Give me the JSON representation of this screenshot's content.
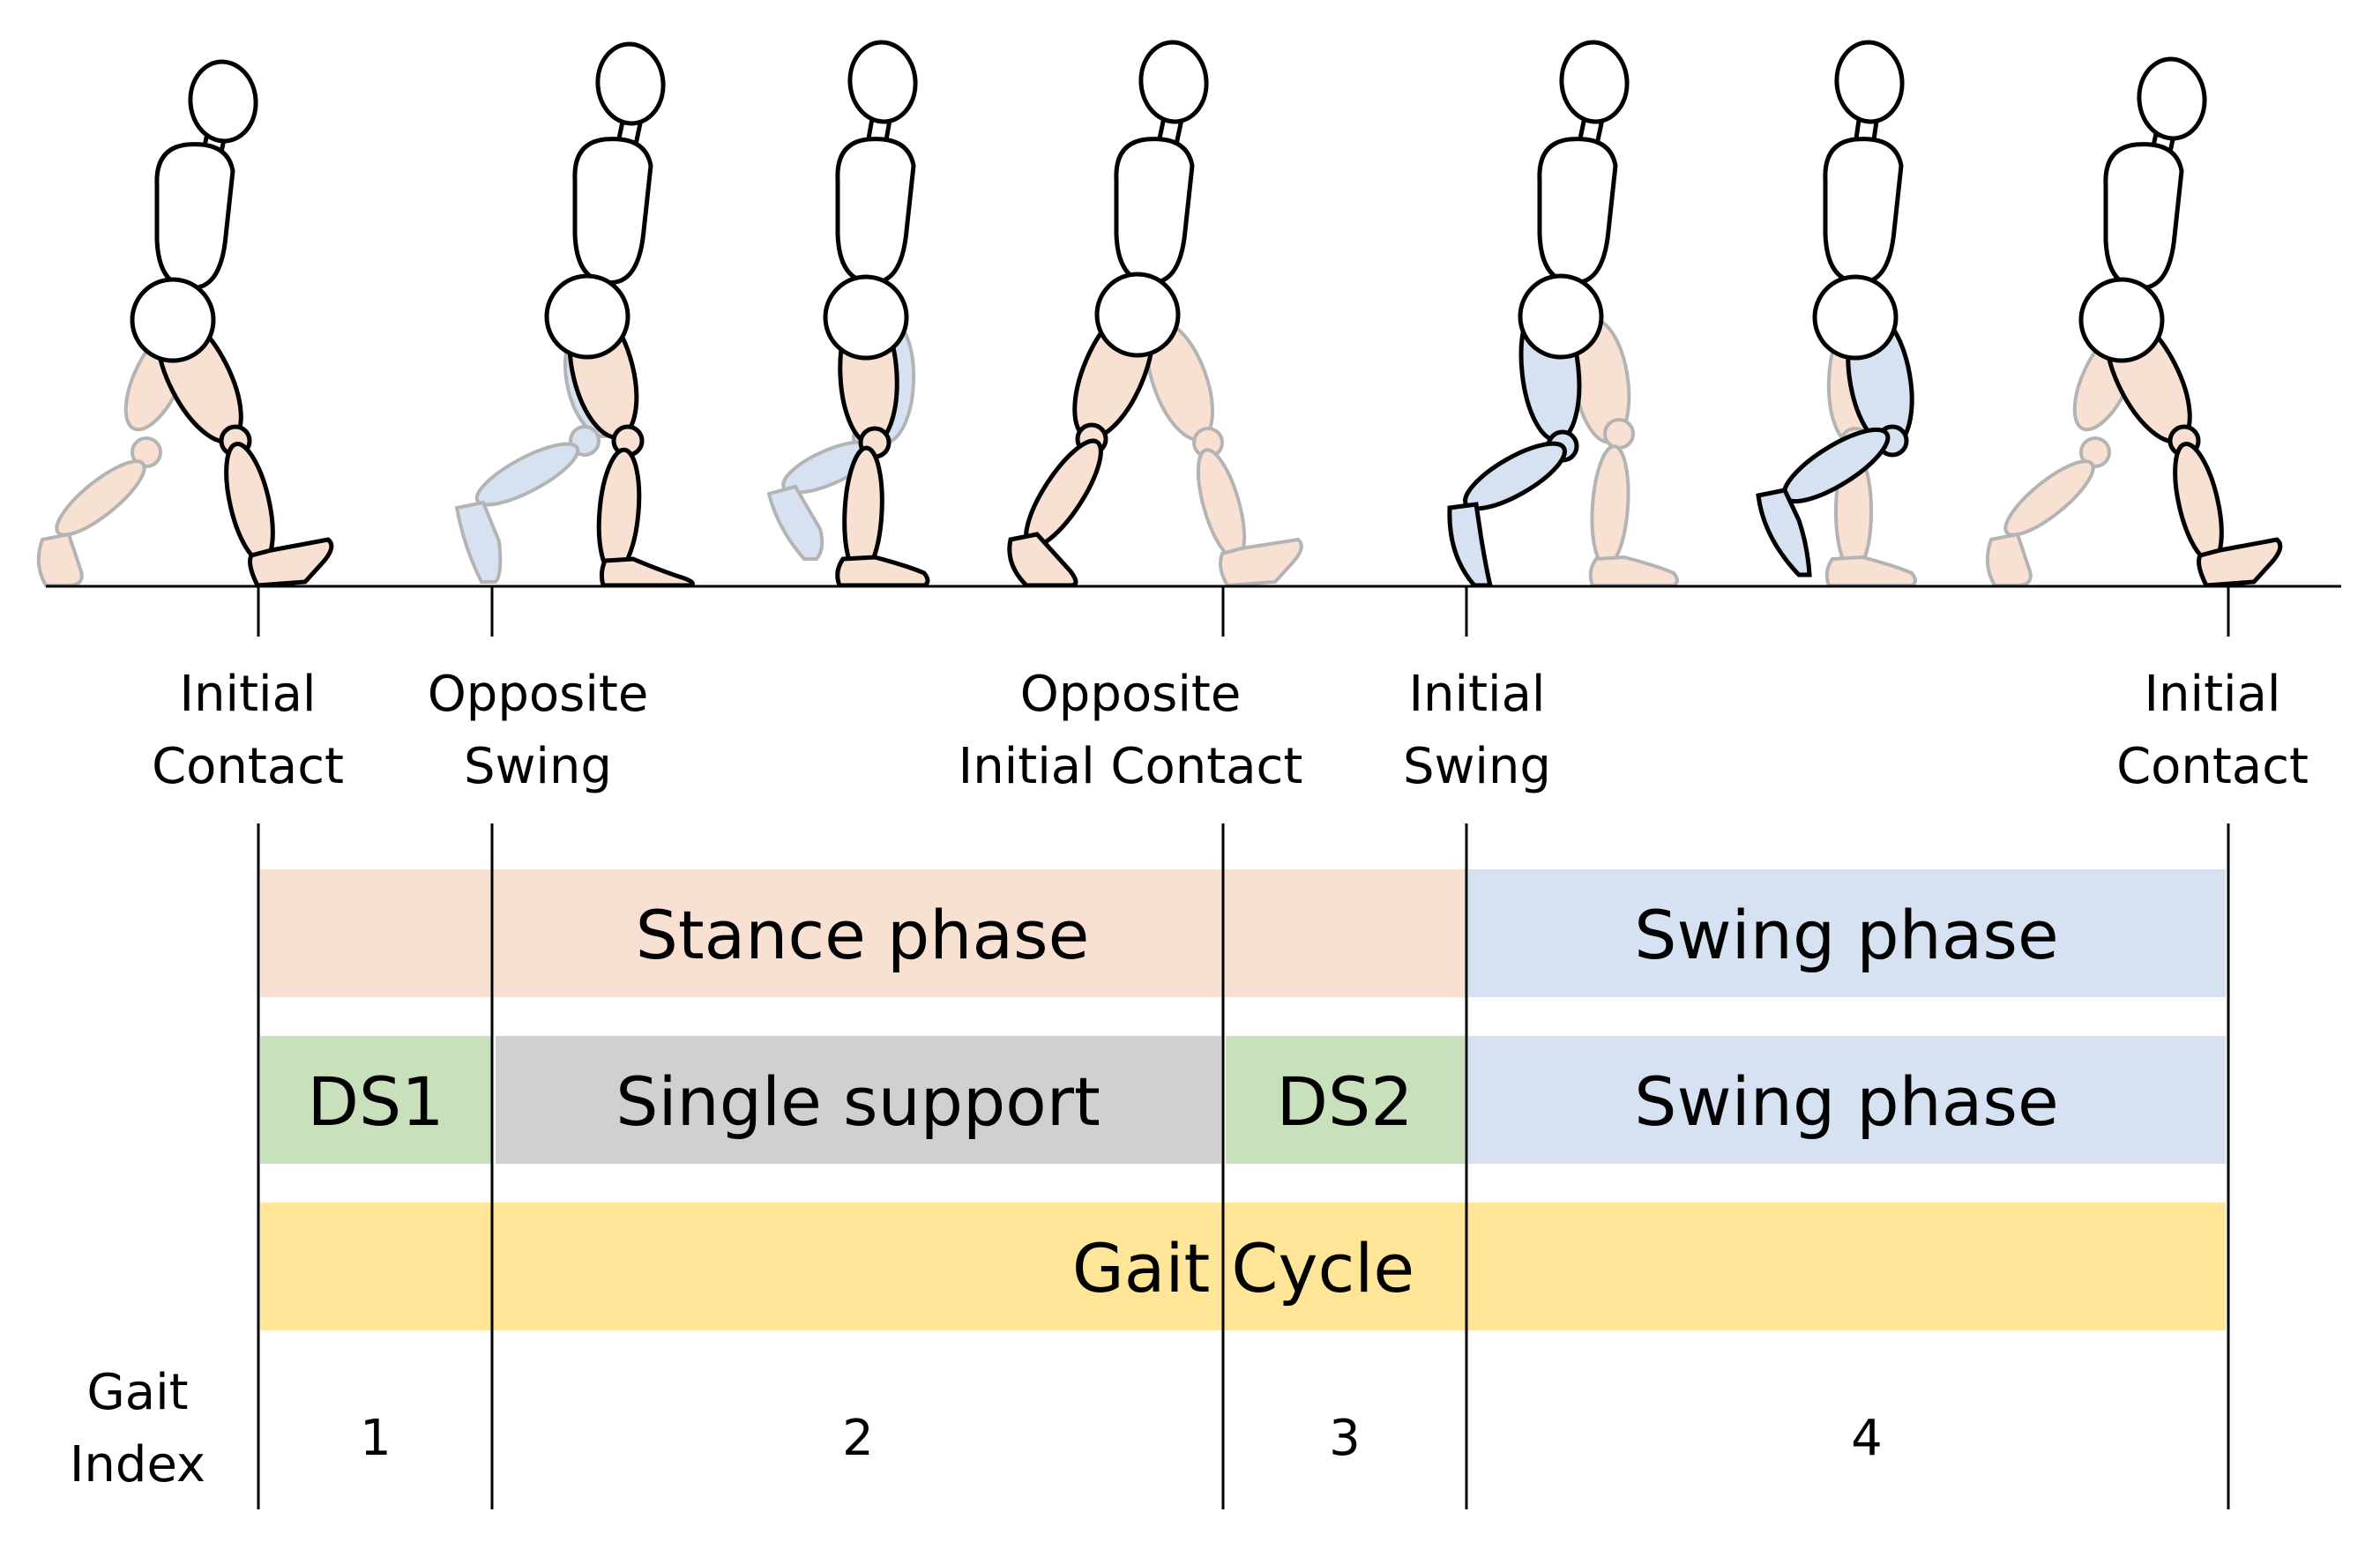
{
  "events": [
    {
      "lines": [
        "Initial",
        "Contact"
      ]
    },
    {
      "lines": [
        "Opposite",
        "Swing"
      ]
    },
    {
      "lines": [
        "Opposite",
        "Initial Contact"
      ]
    },
    {
      "lines": [
        "Initial",
        "Swing"
      ]
    },
    {
      "lines": [
        "Initial",
        "Contact"
      ]
    }
  ],
  "bars": {
    "stance": "Stance phase",
    "swing_top": "Swing phase",
    "ds1": "DS1",
    "single_support": "Single support",
    "ds2": "DS2",
    "swing_mid": "Swing phase",
    "gait_cycle": "Gait Cycle"
  },
  "gait_index": {
    "title_lines": [
      "Gait",
      "Index"
    ],
    "values": [
      "1",
      "2",
      "3",
      "4"
    ]
  },
  "colors": {
    "stance_leg": "#F8E0D2",
    "swing_leg": "#D6E1F2",
    "double_support": "#C8E0BC",
    "single_support": "#D0D0D0",
    "gait_cycle": "#FEE597",
    "outline": "#000000",
    "faded_outline": "#B4B4B4"
  },
  "figures": [
    {
      "pose": "initial-contact"
    },
    {
      "pose": "opposite-swing"
    },
    {
      "pose": "mid-stance"
    },
    {
      "pose": "opposite-initial-contact"
    },
    {
      "pose": "initial-swing"
    },
    {
      "pose": "mid-swing"
    },
    {
      "pose": "initial-contact"
    }
  ]
}
